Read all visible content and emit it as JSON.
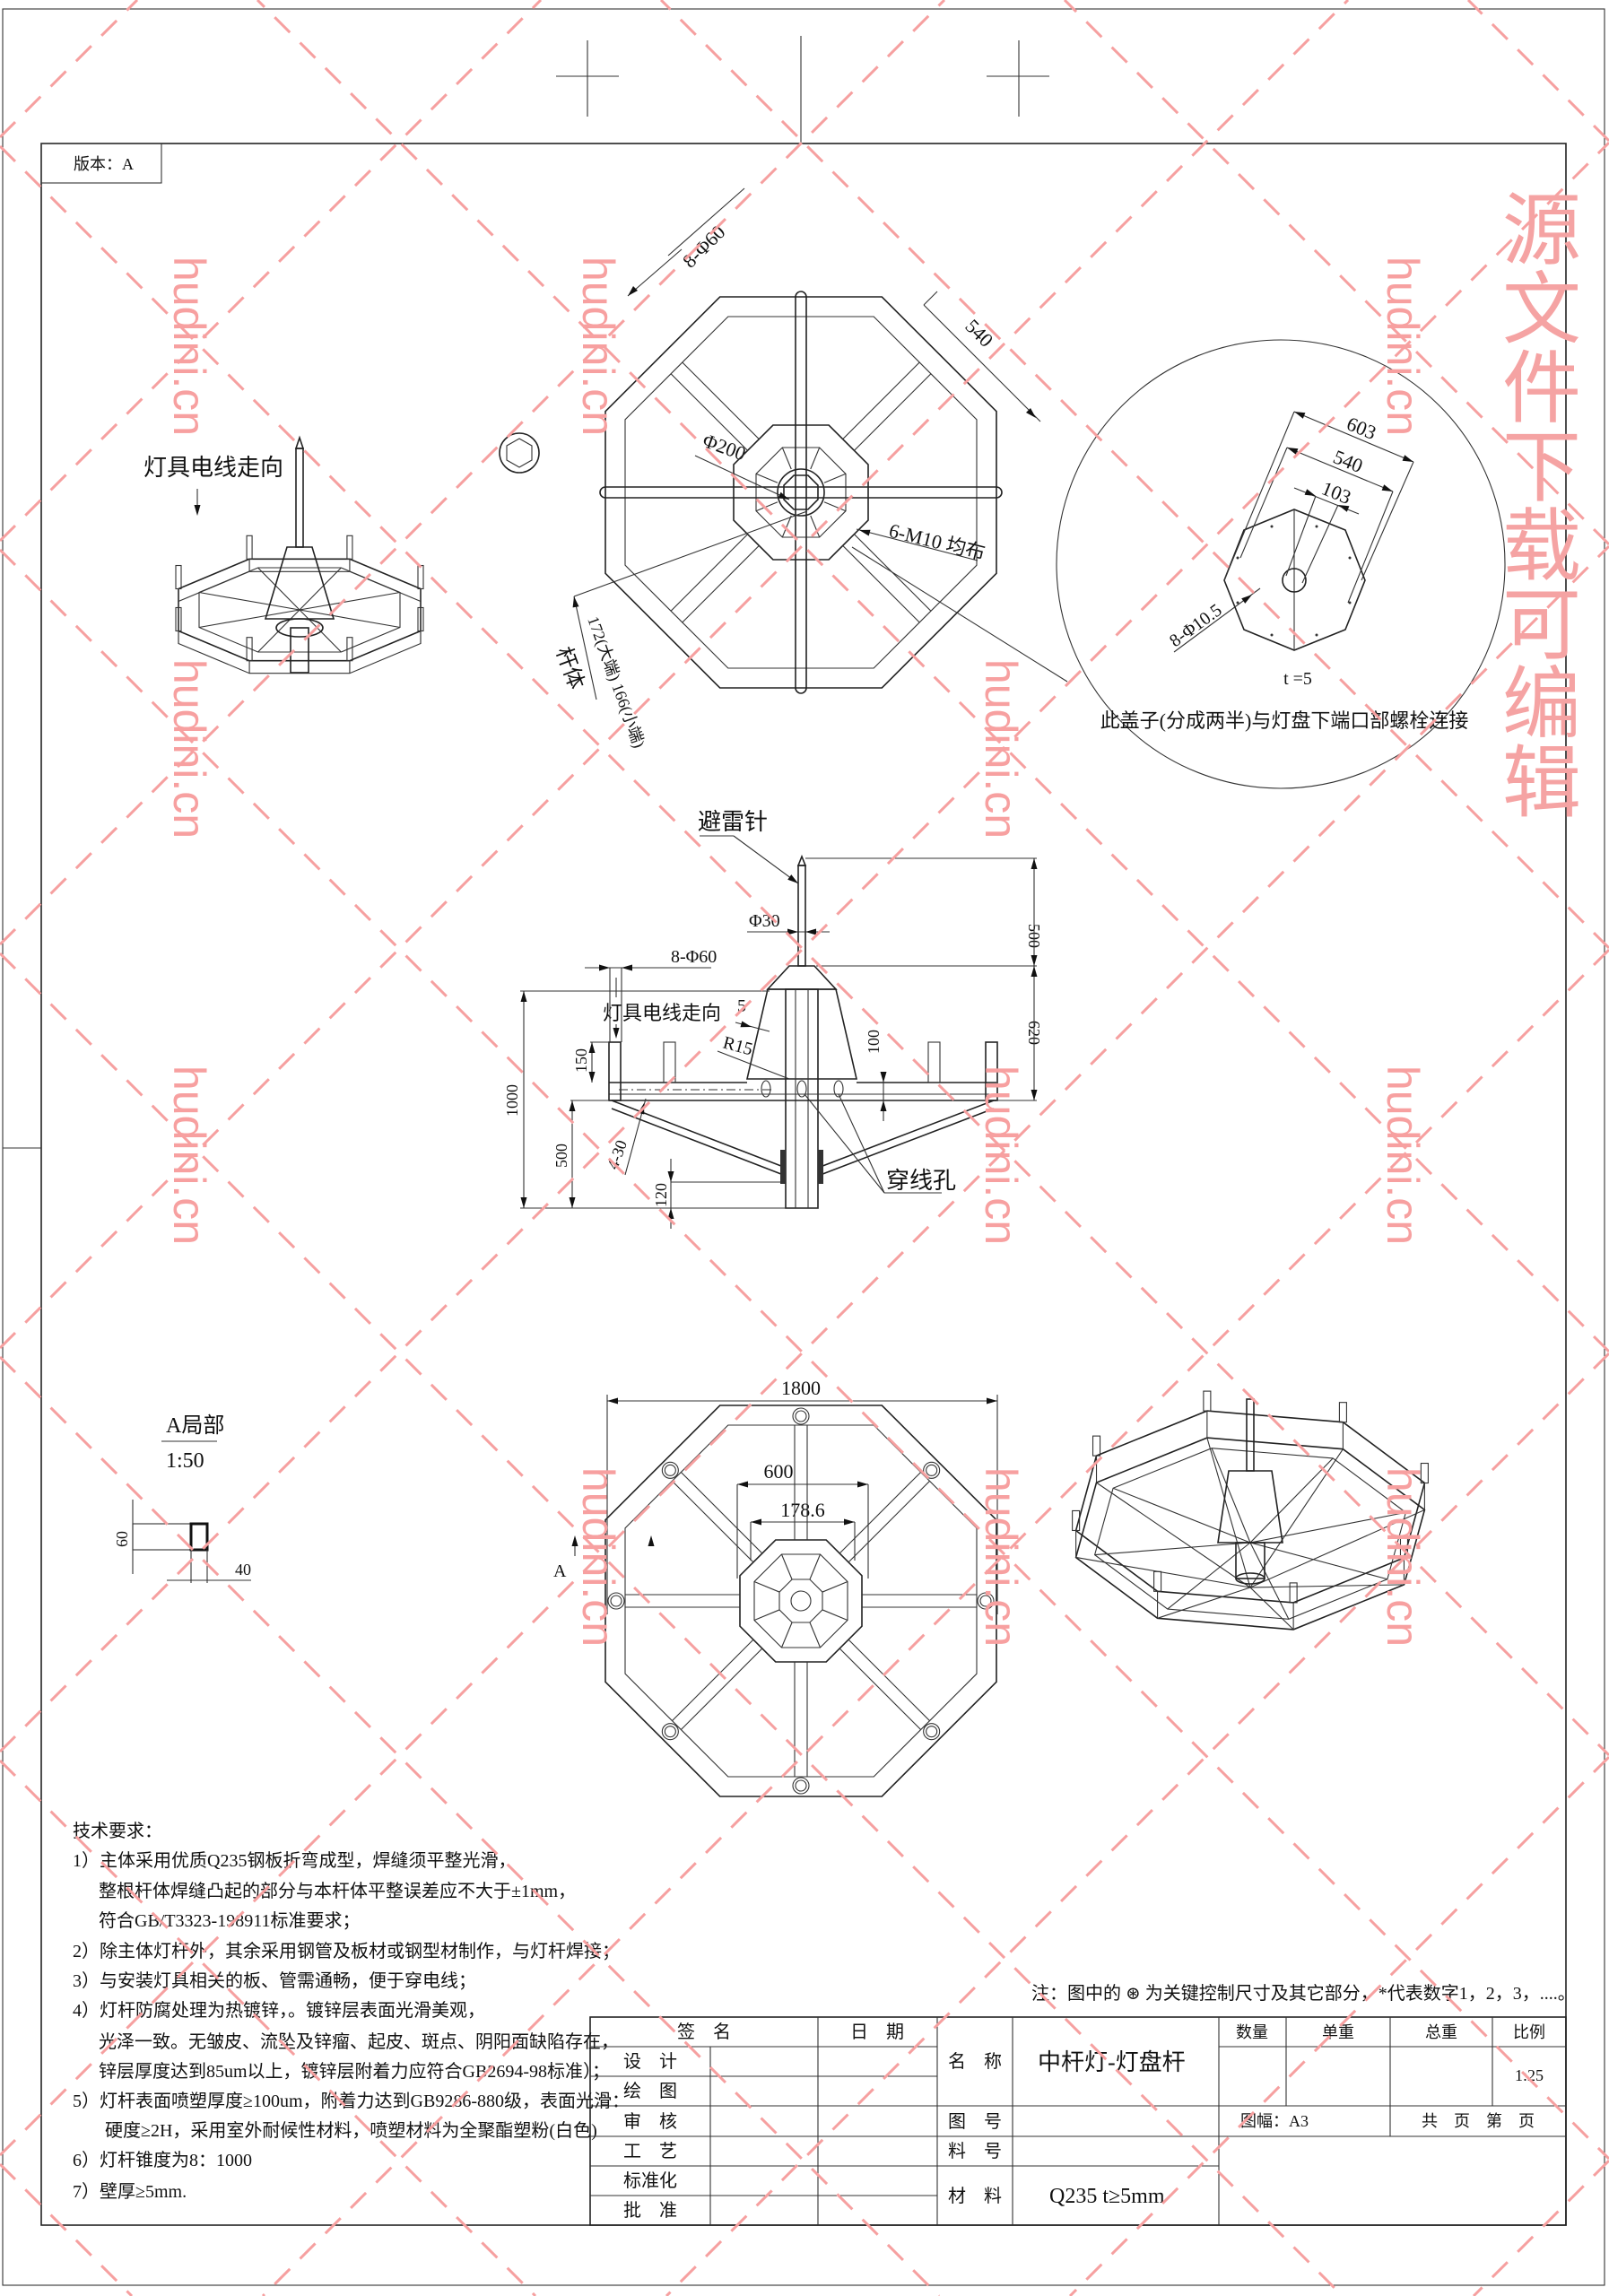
{
  "version_label": "版本：A",
  "top_view": {
    "dim_holes": "8-Φ60",
    "dim_540": "540",
    "dim_phi200": "Φ200",
    "dim_bolts": "6-M10 均布",
    "dim_pole": "172(大端) 166(小端)",
    "label_pole": "杆体"
  },
  "iso_view_left": {
    "label": "灯具电线走向"
  },
  "detail_cover": {
    "dim_603": "603",
    "dim_540": "540",
    "dim_103": "103",
    "dim_holes": "8-Φ10.5",
    "thickness": "t =5",
    "caption": "此盖子(分成两半)与灯盘下端口部螺栓连接"
  },
  "elevation": {
    "lightning_rod": "避雷针",
    "dim_phi30": "Φ30",
    "dim_holes": "8-Φ60",
    "wire_direction": "灯具电线走向",
    "dim_5": "5",
    "dim_r15": "R15",
    "dim_150": "150",
    "dim_100": "100",
    "dim_500_top": "500",
    "dim_620": "620",
    "dim_1000": "1000",
    "dim_500_bottom": "500",
    "dim_4_30": "4-30",
    "dim_120": "120",
    "wire_hole": "穿线孔"
  },
  "bottom_view": {
    "dim_1800": "1800",
    "dim_600": "600",
    "dim_178": "178.6",
    "section_mark": "A"
  },
  "detail_a": {
    "title": "A局部",
    "scale": "1:50",
    "dim_60": "60",
    "dim_40": "40"
  },
  "tech_requirements": {
    "title": "技术要求：",
    "lines": [
      "1）主体采用优质Q235钢板折弯成型，焊缝须平整光滑，",
      "整根杆体焊缝凸起的部分与本杆体平整误差应不大于±1mm，",
      "符合GB/T3323-198911标准要求；",
      "2）除主体灯杆外，其余采用钢管及板材或钢型材制作，与灯杆焊接；",
      "3）与安装灯具相关的板、管需通畅，便于穿电线；",
      "4）灯杆防腐处理为热镀锌，。镀锌层表面光滑美观，",
      "光泽一致。无皱皮、流坠及锌瘤、起皮、斑点、阴阳面缺陷存在，",
      "锌层厚度达到85um以上，镀锌层附着力应符合GB2694-98标准）；",
      "5）灯杆表面喷塑厚度≥100um，附着力达到GB9286-880级，表面光滑：",
      "硬度≥2H，采用室外耐候性材料，喷塑材料为全聚酯塑粉(白色)",
      "6）灯杆锥度为8：1000",
      "7）壁厚≥5mm."
    ]
  },
  "note": "注：图中的 ⊛ 为关键控制尺寸及其它部分，*代表数字1，2，3，....。",
  "title_block": {
    "signature": "签　名",
    "date": "日　期",
    "rows": [
      "设　计",
      "绘　图",
      "审　核",
      "工　艺",
      "标准化",
      "批　准"
    ],
    "name_label": "名　称",
    "name_value": "中杆灯-灯盘杆",
    "drawing_no_label": "图　号",
    "part_no_label": "料　号",
    "material_label": "材　料",
    "material_value": "Q235  t≥5mm",
    "quantity": "数量",
    "unit_weight": "单重",
    "total_weight": "总重",
    "scale_label": "比例",
    "scale_value": "1:25",
    "sheet_size": "图幅：A3",
    "pages": "共　页　第　页"
  },
  "watermark": {
    "site": "hudini.cn",
    "banner": "源文件下载可编辑"
  }
}
